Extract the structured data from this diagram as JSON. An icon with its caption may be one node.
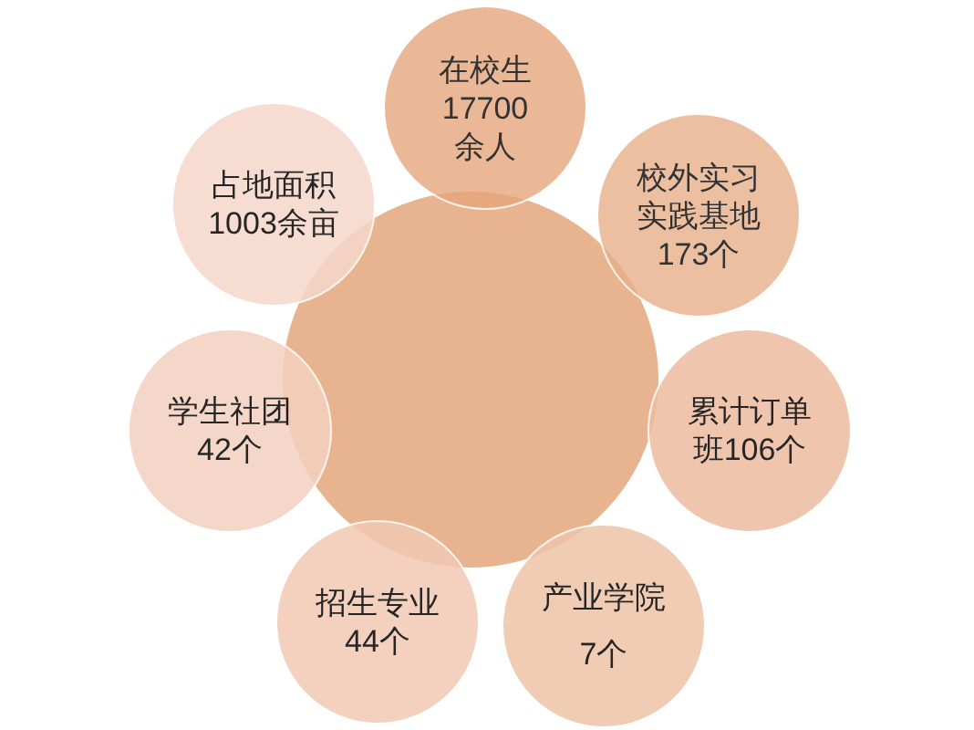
{
  "diagram": {
    "nodes": [
      {
        "text": [],
        "shape": "circle"
      },
      {
        "text": [
          "在校生17700余人"
        ]
      },
      {
        "text": [
          "校外实习实践基地173个"
        ]
      },
      {
        "text": [
          "累计订单班106个"
        ]
      },
      {
        "text": [
          "产业学院",
          "7个"
        ]
      },
      {
        "text": [
          "招生专业44个"
        ]
      },
      {
        "text": [
          "学生社团42个"
        ]
      },
      {
        "text": [
          "占地面积1003余亩"
        ]
      }
    ]
  }
}
